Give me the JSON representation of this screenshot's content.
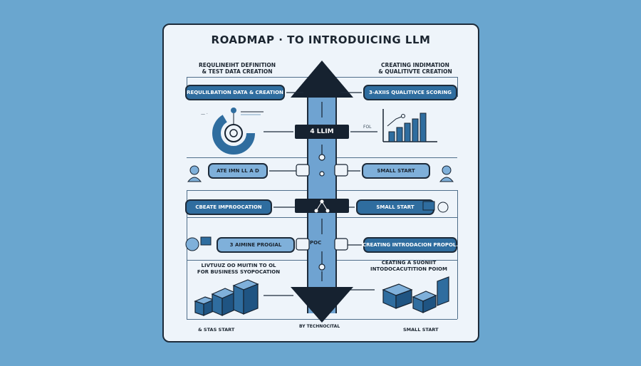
{
  "title": "ROADMAP · TO INTRODUICING LLM",
  "left_heading": [
    "REQULINEIHT DEFINITION",
    "& TEST DATA CREATION"
  ],
  "right_heading": [
    "CREATING INDIMATION",
    "& QUALITIVTE CREATION"
  ],
  "left_pills": [
    "REQULILBATION DATA & CREATION",
    "ATE IMN LL A D",
    "CBEATE IMPROOCATION",
    "3 AIMINE PROGIAL"
  ],
  "right_pills": [
    "3-AXIIS QUALITIVCE SCORING",
    "SMALL START",
    "SMALL START",
    "CREATING INTRODACION PROPOL."
  ],
  "center_box": "4 LLIM",
  "center_poc": "POC",
  "small_label": "FOL",
  "bottom_left_caption": [
    "LIVTUUZ OO MUITIN TO OL",
    "FOR BUSINESS SYOPOCATION"
  ],
  "bottom_right_caption": [
    "CEATING A SUONIIT",
    "INTODOCACUTITION POIOM"
  ],
  "footer_left": "& STAS START",
  "footer_center": "BY TECHNOCITAL",
  "footer_right": "SMALL START",
  "colors": {
    "background": "#6aa6cf",
    "card": "#eef4fa",
    "dark_blue": "#2f6d9f",
    "light_blue": "#7fb0da",
    "ink": "#162230"
  }
}
